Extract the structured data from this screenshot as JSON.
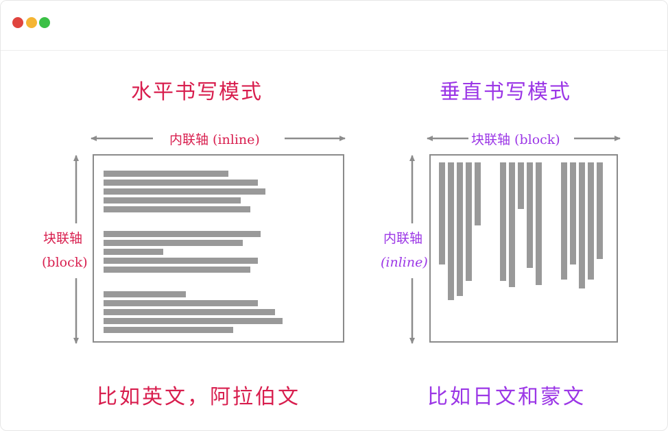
{
  "colors": {
    "red_dot": "#e0443e",
    "yellow_dot": "#f5b533",
    "green_dot": "#3bc046",
    "horizontal_accent": "#d81e4e",
    "vertical_accent": "#9b36e6",
    "bar_gray": "#999999",
    "arrow_gray": "#8c8c8c",
    "frame_gray": "#8a8a8a"
  },
  "horizontal": {
    "title": "水平书写模式",
    "axis_inline_label": "内联轴 (inline)",
    "axis_block_label_line1": "块联轴",
    "axis_block_label_line2": "(block)",
    "footer": "比如英文，阿拉伯文",
    "paragraphs": [
      [
        0.5,
        0.62,
        0.65,
        0.55,
        0.59
      ],
      [
        0.63,
        0.56,
        0.24,
        0.62,
        0.59
      ],
      [
        0.33,
        0.62,
        0.69,
        0.72,
        0.52
      ]
    ]
  },
  "vertical": {
    "title": "垂直书写模式",
    "axis_block_label": "块联轴 (block)",
    "axis_inline_label_line1": "内联轴",
    "axis_inline_label_line2": "(inline)",
    "footer": "比如日文和蒙文",
    "columns": [
      [
        0.55,
        0.74,
        0.72,
        0.64,
        0.34
      ],
      [
        0.64,
        0.67,
        0.25,
        0.57,
        0.66
      ],
      [
        0.63,
        0.55,
        0.68,
        0.63,
        0.52
      ]
    ]
  }
}
